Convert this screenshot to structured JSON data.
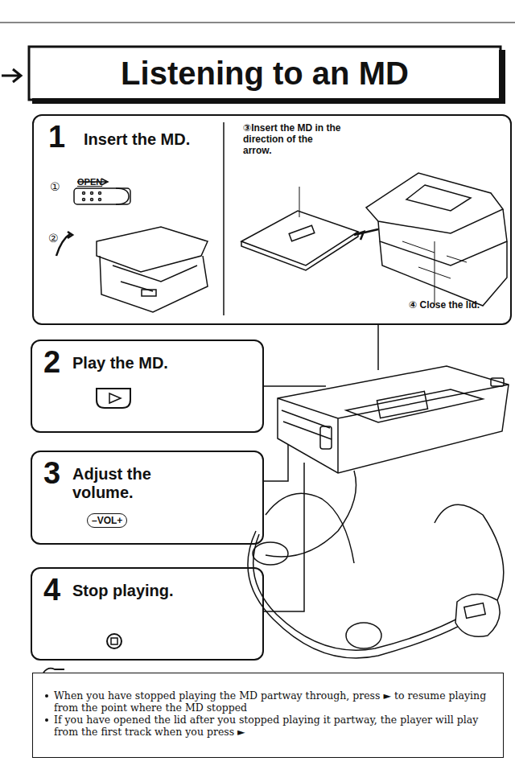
{
  "diagram": {
    "title": "Listening to an MD",
    "nodes": [
      {
        "text": [
          "1",
          "Insert the MD.",
          "①",
          "OPEN",
          "②",
          "③Insert the MD in the direction of the arrow.",
          "④ Close the lid."
        ]
      },
      {
        "text": [
          "2",
          "Play the MD."
        ]
      },
      {
        "text": [
          "3",
          "Adjust the volume.",
          "–VOL+"
        ]
      },
      {
        "text": [
          "4",
          "Stop playing."
        ]
      },
      {
        "text": [
          "When you have stopped playing the MD partway through, press ► to resume playing from the point where the MD stopped",
          "If you have opened the lid after you stopped playing it partway, the player will play from the first track when you press ►"
        ]
      }
    ]
  }
}
